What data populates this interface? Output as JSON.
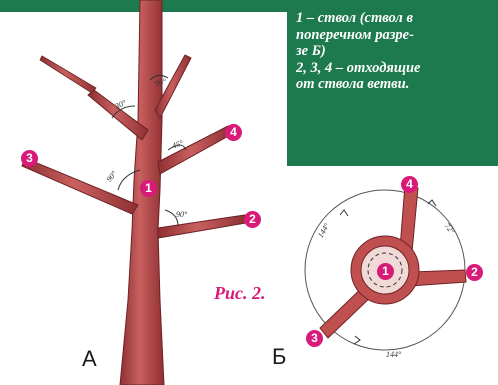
{
  "legend": {
    "lines": [
      "1 – ствол (ствол в",
      "поперечном разре-",
      "зе Б)",
      "2, 3, 4 – отходящие",
      "от ствола ветви."
    ]
  },
  "caption": "Рис. 2.",
  "panels": {
    "a": "А",
    "b": "Б"
  },
  "tree_badges": {
    "trunk": "1",
    "branch2": "2",
    "branch3": "3",
    "branch4": "4"
  },
  "section_badges": {
    "trunk": "1",
    "branch2": "2",
    "branch3": "3",
    "branch4": "4"
  },
  "tree_angles": {
    "a1": "90°",
    "a2": "90°",
    "a3": "45°",
    "a4": "30°",
    "a5": "90°"
  },
  "section_angles": {
    "top_left": "144°",
    "top_right": "72°",
    "bottom": "144°"
  },
  "colors": {
    "green": "#1d7a4f",
    "magenta": "#d81a78",
    "wood": "#b5484a"
  }
}
